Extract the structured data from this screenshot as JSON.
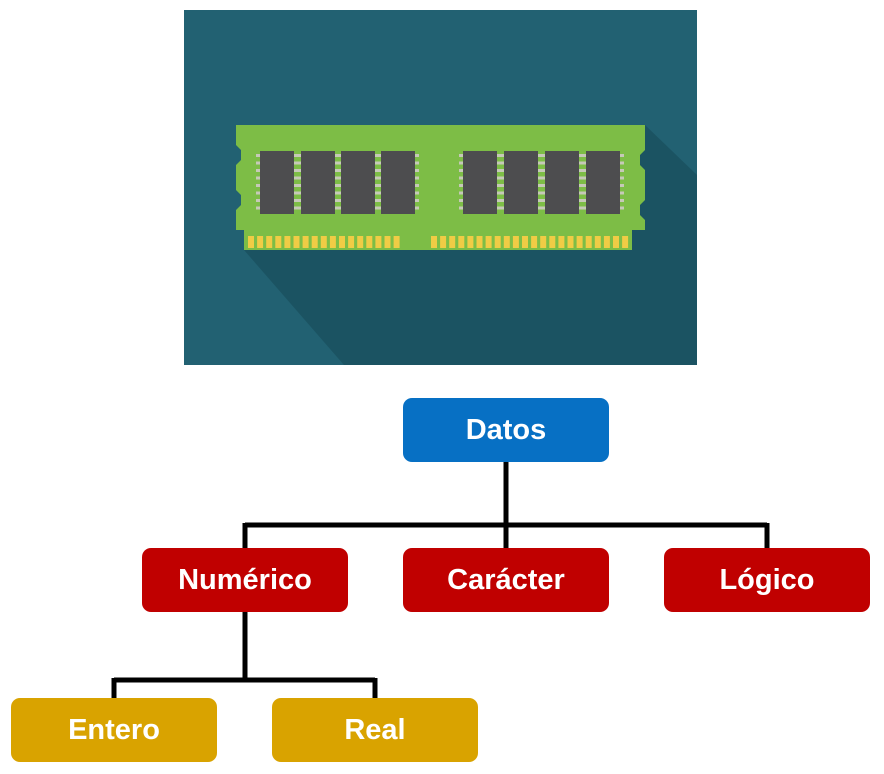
{
  "colors": {
    "root": "#0770c4",
    "level1": "#c00000",
    "level2": "#d9a300",
    "line": "#000000",
    "illustration_bg": "#226172",
    "pcb": "#7dbd46",
    "chip": "#4d4d4f",
    "pin": "#c6c9b8",
    "contact": "#f0cc45"
  },
  "illustration": {
    "icon": "ram-memory-module-icon"
  },
  "tree": {
    "root": {
      "label": "Datos"
    },
    "children": [
      {
        "label": "Numérico",
        "children": [
          {
            "label": "Entero"
          },
          {
            "label": "Real"
          }
        ]
      },
      {
        "label": "Carácter"
      },
      {
        "label": "Lógico"
      }
    ]
  }
}
